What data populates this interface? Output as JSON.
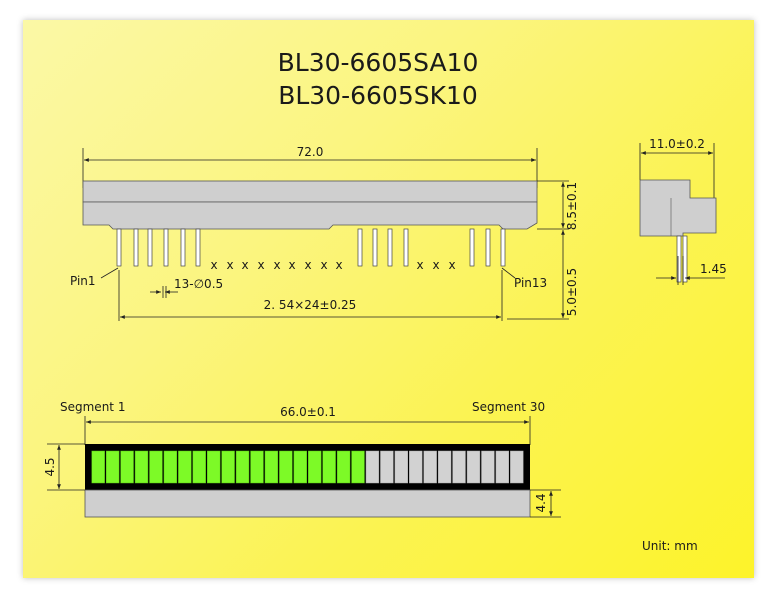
{
  "titles": [
    "BL30-6605SA10",
    "BL30-6605SK10"
  ],
  "top_view": {
    "length_label": "72.0",
    "height_label": "8.5±0.1",
    "pin_length_label": "5.0±0.5",
    "pin_diameter_label": "13-∅0.5",
    "pitch_label": "2. 54×24±0.25",
    "pin1_label": "Pin1",
    "pin13_label": "Pin13",
    "omitted_mark": "x"
  },
  "side_view": {
    "width_label": "11.0±0.2",
    "offset_label": "1.45"
  },
  "front_view": {
    "segment_first_label": "Segment 1",
    "segment_last_label": "Segment 30",
    "width_label": "66.0±0.1",
    "display_height_label": "4.5",
    "base_height_label": "4.4",
    "segments_total": 30,
    "segments_lit": 19,
    "lit_color": "#7dfa27",
    "unlit_color": "#d2d2d2"
  },
  "unit_label": "Unit: mm"
}
